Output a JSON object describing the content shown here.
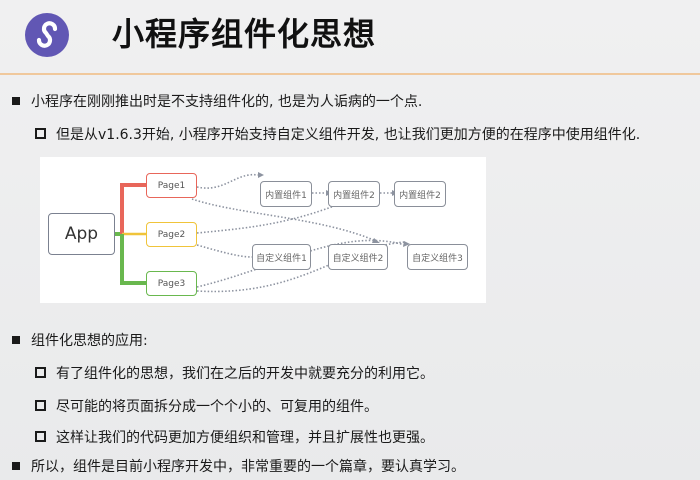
{
  "header": {
    "logo_icon": "mini-program-logo-icon",
    "title": "小程序组件化思想",
    "accent_color": "#6157b4",
    "rule_color": "#f0c89c"
  },
  "bullets": [
    {
      "text": "小程序在刚刚推出时是不支持组件化的, 也是为人诟病的一个点.",
      "children": [
        {
          "text": "但是从v1.6.3开始, 小程序开始支持自定义组件开发, 也让我们更加方便的在程序中使用组件化."
        }
      ]
    },
    {
      "text": "组件化思想的应用:",
      "children": [
        {
          "text": "有了组件化的思想，我们在之后的开发中就要充分的利用它。"
        },
        {
          "text": "尽可能的将页面拆分成一个个小的、可复用的组件。"
        },
        {
          "text": "这样让我们的代码更加方便组织和管理，并且扩展性也更强。"
        }
      ]
    },
    {
      "text": "所以，组件是目前小程序开发中，非常重要的一个篇章，要认真学习。",
      "children": []
    }
  ],
  "diagram": {
    "root": "App",
    "pages": [
      {
        "label": "Page1",
        "color": "#e8665a"
      },
      {
        "label": "Page2",
        "color": "#f0c43a"
      },
      {
        "label": "Page3",
        "color": "#69b84e"
      }
    ],
    "builtin_components": [
      "内置组件1",
      "内置组件2",
      "内置组件2"
    ],
    "custom_components": [
      "自定义组件1",
      "自定义组件2",
      "自定义组件3"
    ]
  }
}
